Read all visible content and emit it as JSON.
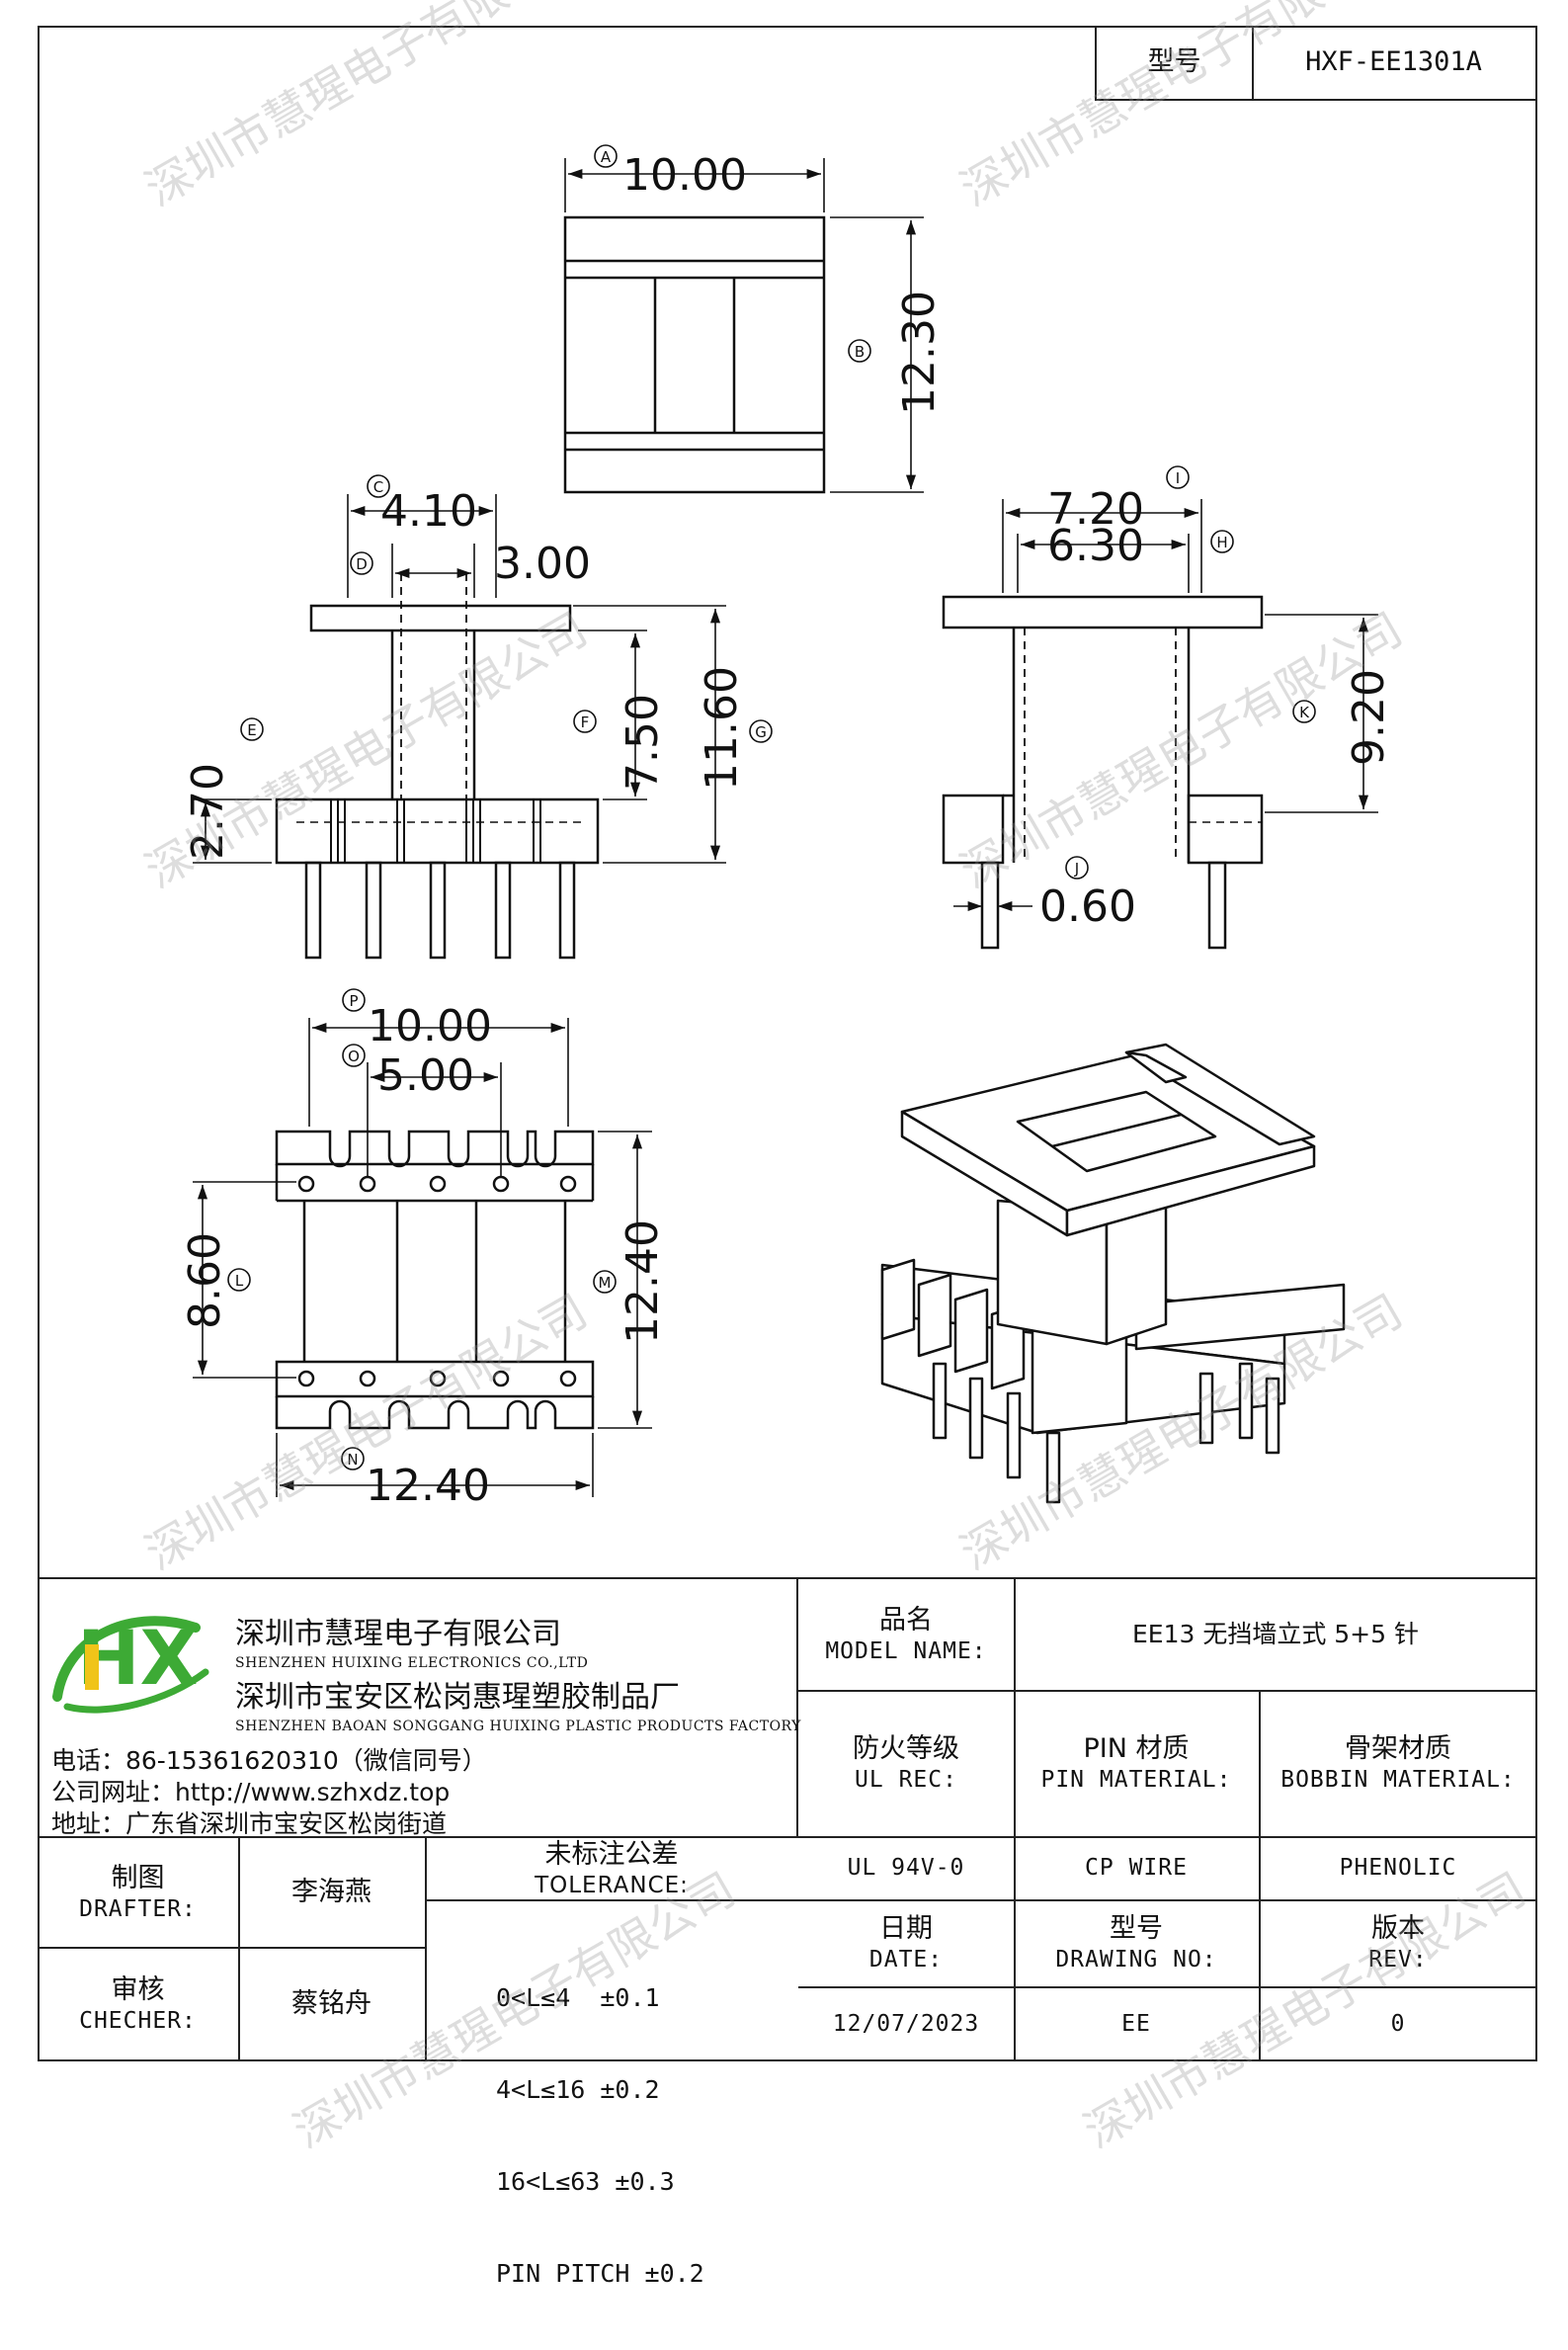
{
  "header": {
    "model_label": "型号",
    "model_value": "HXF-EE1301A"
  },
  "dimensions": {
    "A": {
      "mark": "A",
      "value": "10.00"
    },
    "B": {
      "mark": "B",
      "value": "12.30"
    },
    "C": {
      "mark": "C",
      "value": "4.10"
    },
    "D": {
      "mark": "D",
      "value": "3.00"
    },
    "E": {
      "mark": "E",
      "value": "2.70"
    },
    "F": {
      "mark": "F",
      "value": "7.50"
    },
    "G": {
      "mark": "G",
      "value": "11.60"
    },
    "I": {
      "mark": "I",
      "value": "7.20"
    },
    "H": {
      "mark": "H",
      "value": "6.30"
    },
    "K": {
      "mark": "K",
      "value": "9.20"
    },
    "J": {
      "mark": "J",
      "value": "0.60"
    },
    "P": {
      "mark": "P",
      "value": "10.00"
    },
    "O": {
      "mark": "O",
      "value": "5.00"
    },
    "L": {
      "mark": "L",
      "value": "8.60"
    },
    "M": {
      "mark": "M",
      "value": "12.40"
    },
    "N": {
      "mark": "N",
      "value": "12.40"
    }
  },
  "company": {
    "logo_text": "HX",
    "name_cn": "深圳市慧瑆电子有限公司",
    "name_en": "SHENZHEN HUIXING ELECTRONICS CO.,LTD",
    "factory_cn": "深圳市宝安区松岗惠瑆塑胶制品厂",
    "factory_en": "SHENZHEN BAOAN SONGGANG HUIXING PLASTIC PRODUCTS FACTORY",
    "phone": "电话：86-15361620310（微信同号）",
    "website": "公司网址：http://www.szhxdz.top",
    "address": "地址：广东省深圳市宝安区松岗街道",
    "colors": {
      "logo_green": "#3daa35",
      "logo_yellow": "#f0c419"
    }
  },
  "title_block": {
    "product_label_cn": "品名",
    "product_label_en": "MODEL NAME:",
    "product_value": "EE13 无挡墙立式 5+5 针",
    "ul_label_cn": "防火等级",
    "ul_label_en": "UL REC:",
    "pin_label_cn": "PIN 材质",
    "pin_label_en": "PIN MATERIAL:",
    "bobbin_label_cn": "骨架材质",
    "bobbin_label_en": "BOBBIN MATERIAL:",
    "ul_value": "UL 94V-0",
    "pin_value": "CP WIRE",
    "bobbin_value": "PHENOLIC",
    "drafter_label_cn": "制图",
    "drafter_label_en": "DRAFTER:",
    "drafter_value": "李海燕",
    "checker_label_cn": "审核",
    "checker_label_en": "CHECHER:",
    "checker_value": "蔡铭舟",
    "tolerance_label_cn": "未标注公差",
    "tolerance_label_en": "TOLERANCE:",
    "tolerances": [
      "0<L≤4  ±0.1",
      "4<L≤16 ±0.2",
      "16<L≤63 ±0.3",
      "PIN PITCH ±0.2"
    ],
    "date_label_cn": "日期",
    "date_label_en": "DATE:",
    "date_value": "12/07/2023",
    "drawing_label_cn": "型号",
    "drawing_label_en": "DRAWING NO:",
    "drawing_value": "EE",
    "rev_label_cn": "版本",
    "rev_label_en": "REV:",
    "rev_value": "0"
  },
  "watermark": "深圳市慧瑆电子有限公司"
}
